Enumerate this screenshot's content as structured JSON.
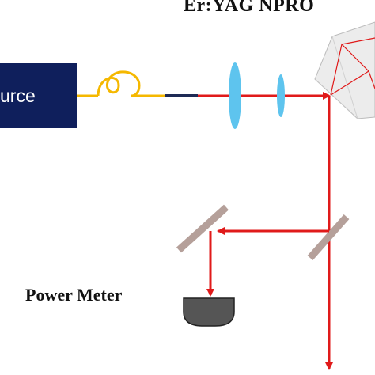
{
  "labels": {
    "npro": "Er:YAG NPRO",
    "power_meter": "Power Meter",
    "source": "urce"
  },
  "colors": {
    "source_box": "#0f1f5c",
    "fiber": "#f5b800",
    "fiber_connector": "#1e2a55",
    "beam": "#e01a1a",
    "lens": "#5ec4ee",
    "mirror": "#b5a09a",
    "detector": "#555555",
    "crystal": "#ececec"
  },
  "icons": {
    "fiber_coil": "fiber-loop-icon",
    "lens": "lens-icon",
    "mirror": "mirror-icon",
    "detector": "power-meter-head-icon",
    "crystal": "npro-crystal-icon"
  }
}
